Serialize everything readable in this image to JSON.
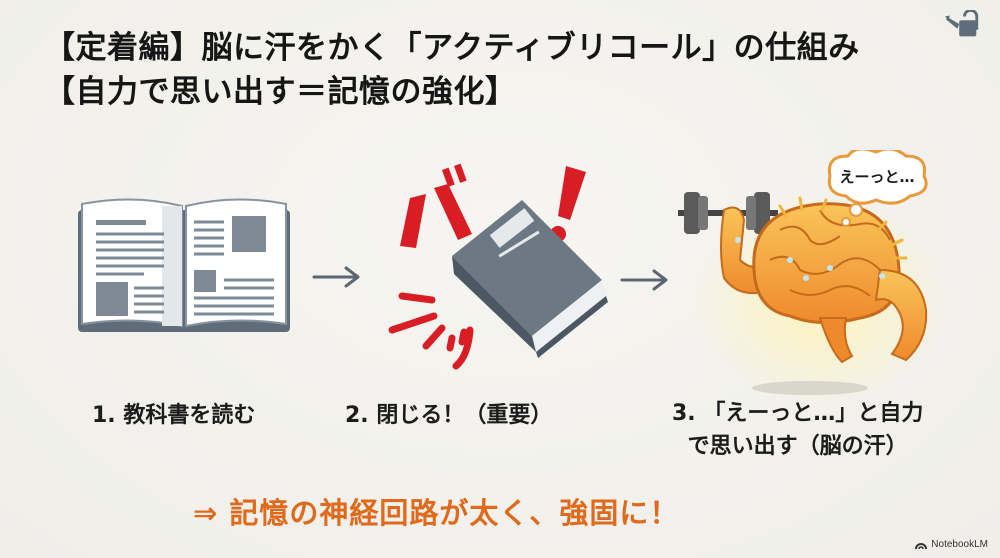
{
  "slide": {
    "title_line1": "【定着編】脳に汗をかく「アクティブリコール」の仕組み",
    "title_line2": "【自力で思い出す＝記憶の強化】",
    "steps": [
      {
        "label": "1. 教科書を読む",
        "icon": "open-book-icon"
      },
      {
        "label": "2. 閉じる！（重要）",
        "icon": "closed-book-icon",
        "sound_effect": "バ",
        "sound_effect_2": "ッ",
        "exclamation": "!"
      },
      {
        "label_line1": "3. 「えーっと…」と自力",
        "label_line2": "で思い出す（脳の汗）",
        "icon": "muscular-brain-icon",
        "thought_bubble": "えーっと…"
      }
    ],
    "arrows": [
      "arrow-right-icon",
      "arrow-right-icon"
    ],
    "conclusion": "⇒ 記憶の神経回路が太く、強固に！",
    "corner_icon": "watering-can-icon",
    "watermark": "NotebookLM"
  },
  "colors": {
    "background": "#f2f1ec",
    "title_text": "#161616",
    "conclusion_text": "#e06a1b",
    "accent_red": "#d81e24",
    "book_gray": "#5f6d7a",
    "brain_orange": "#f3a13a",
    "arrow_gray": "#5a6670"
  }
}
